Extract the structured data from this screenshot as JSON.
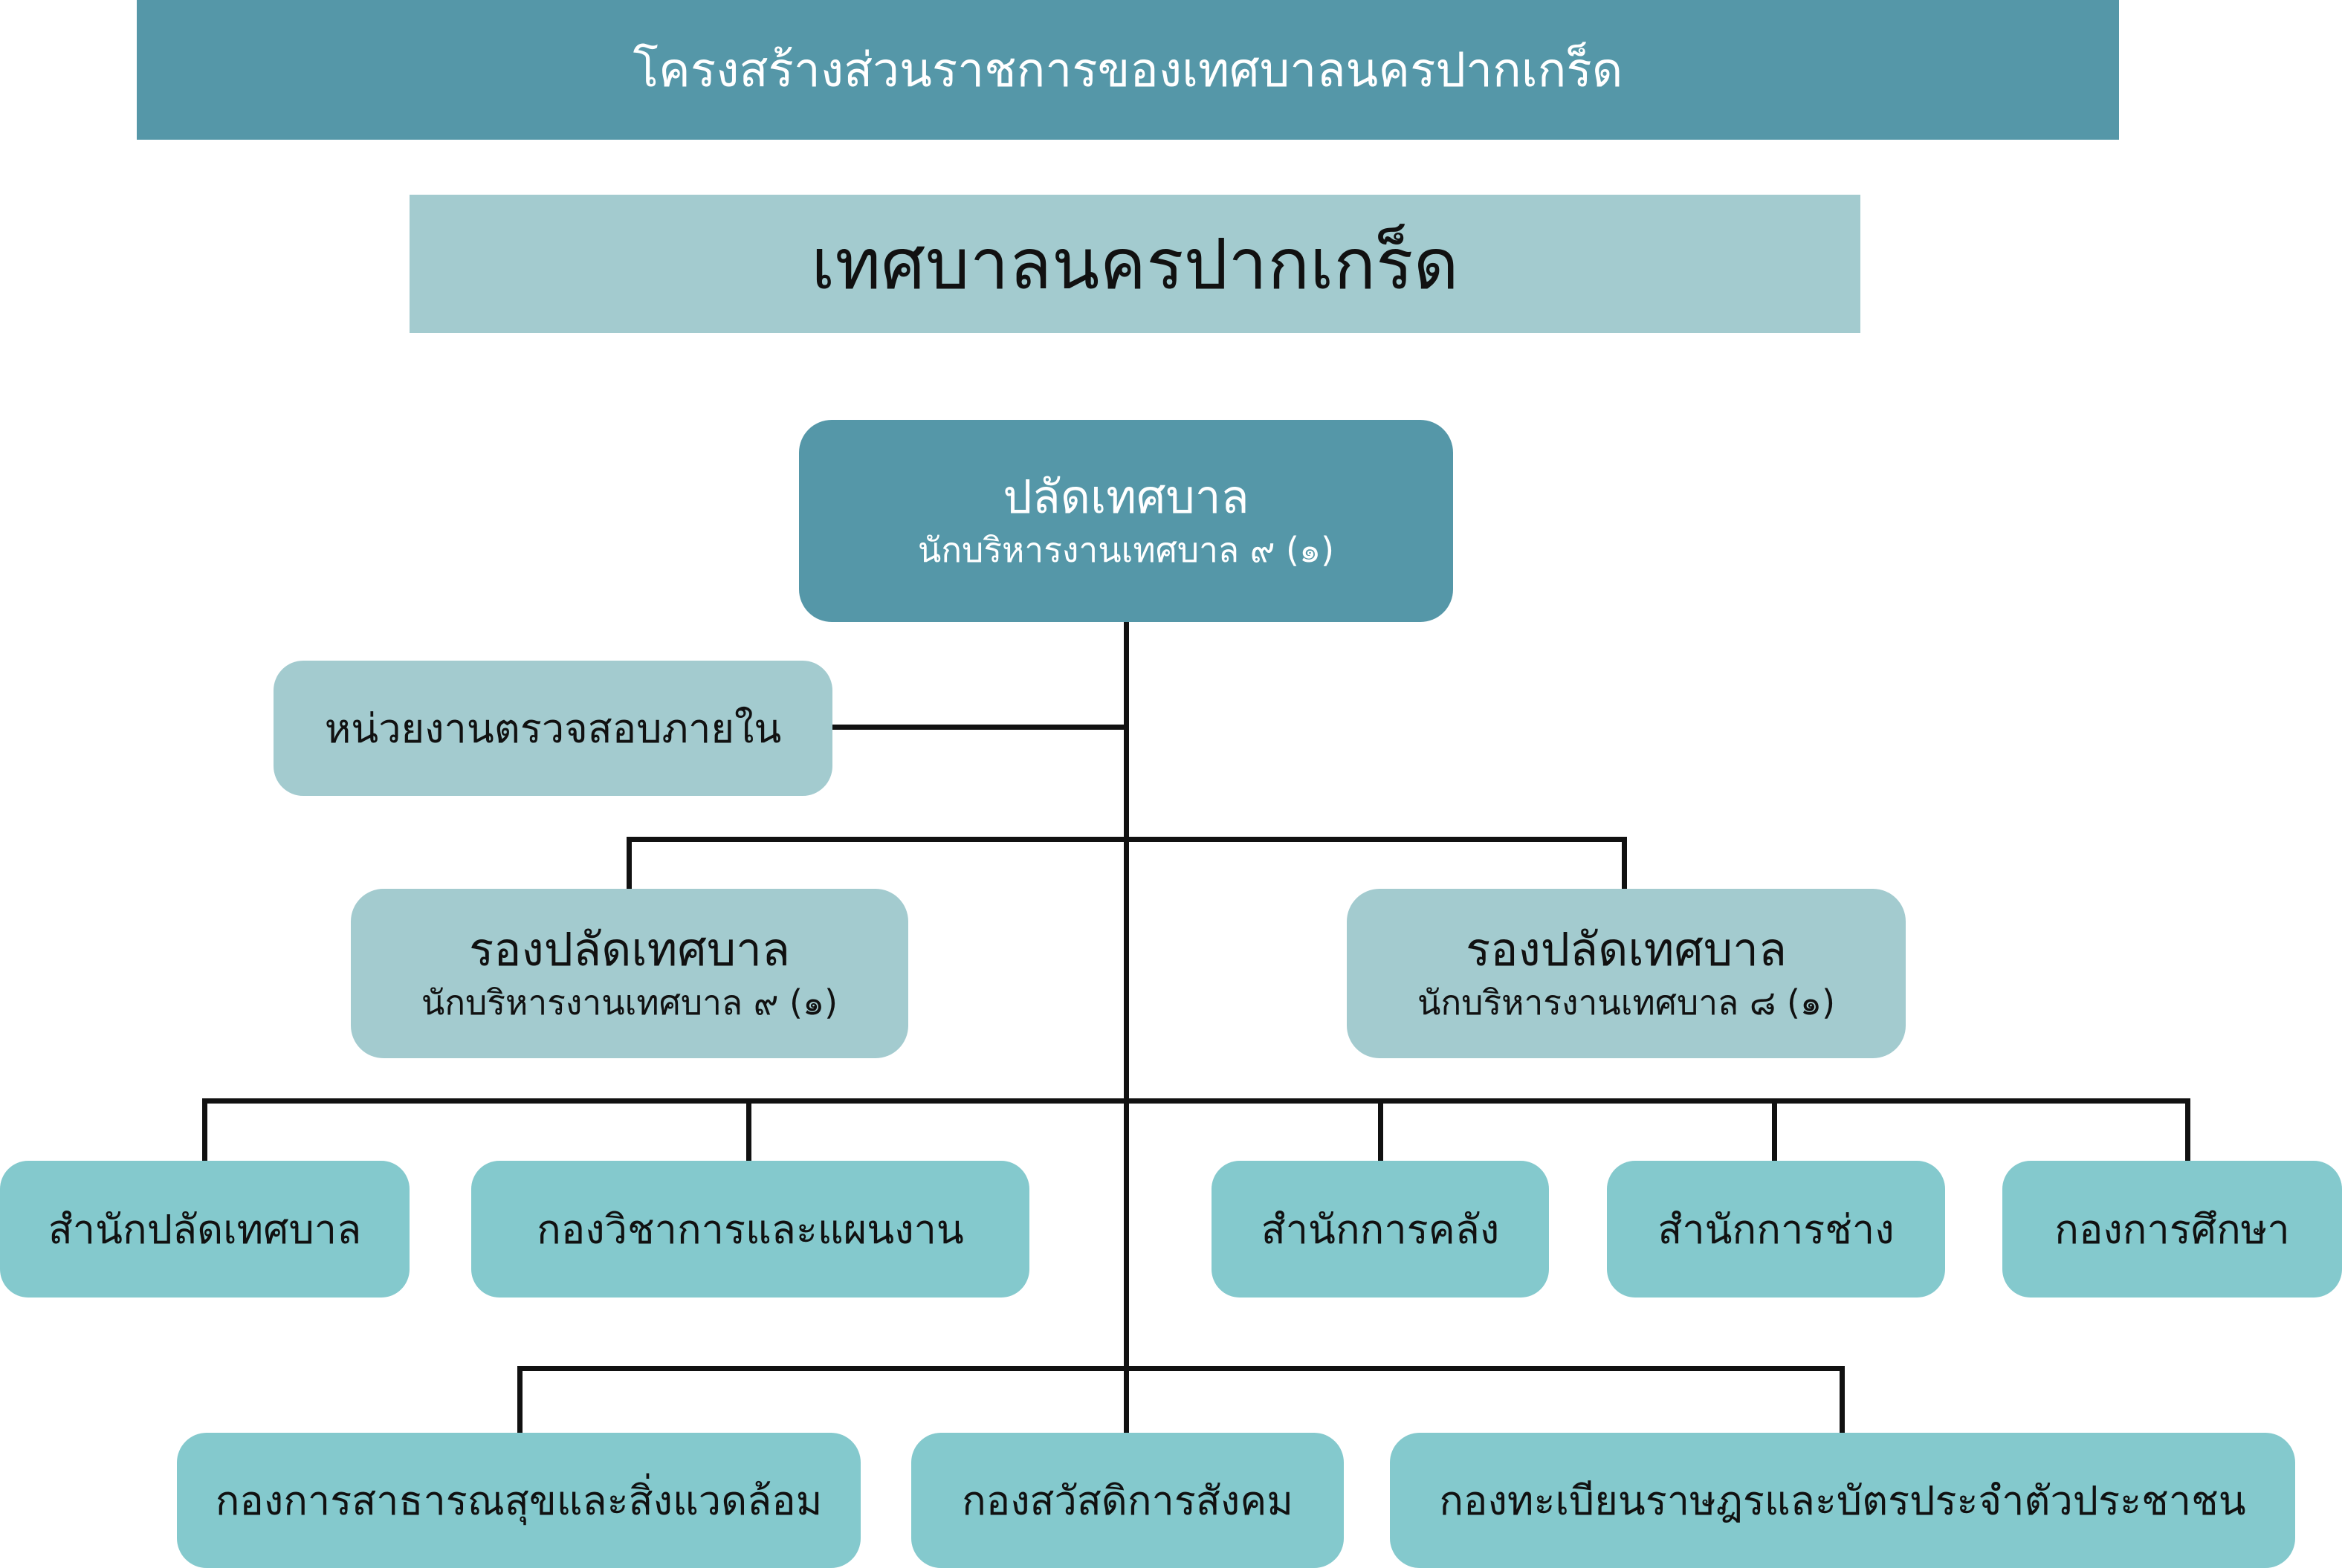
{
  "banner": {
    "title": "โครงสร้างส่วนราชการของเทศบาลนครปากเกร็ด"
  },
  "org": {
    "name": "เทศบาลนครปากเกร็ด"
  },
  "head": {
    "title": "ปลัดเทศบาล",
    "subtitle": "นักบริหารงานเทศบาล ๙ (๑)"
  },
  "audit": {
    "label": "หน่วยงานตรวจสอบภายใน"
  },
  "deputies": [
    {
      "title": "รองปลัดเทศบาล",
      "subtitle": "นักบริหารงานเทศบาล ๙ (๑)"
    },
    {
      "title": "รองปลัดเทศบาล",
      "subtitle": "นักบริหารงานเทศบาล ๘ (๑)"
    }
  ],
  "divisions_row1": [
    {
      "label": "สำนักปลัดเทศบาล"
    },
    {
      "label": "กองวิชาการและแผนงาน"
    },
    {
      "label": "สำนักการคลัง"
    },
    {
      "label": "สำนักการช่าง"
    },
    {
      "label": "กองการศึกษา"
    }
  ],
  "divisions_row2": [
    {
      "label": "กองการสาธารณสุขและสิ่งแวดล้อม"
    },
    {
      "label": "กองสวัสดิการสังคม"
    },
    {
      "label": "กองทะเบียนราษฎรและบัตรประจำตัวประชาชน"
    }
  ],
  "colors": {
    "primary": "#5597a8",
    "light": "#a3cbcf",
    "teal": "#84c9cd",
    "connector": "#111111"
  }
}
